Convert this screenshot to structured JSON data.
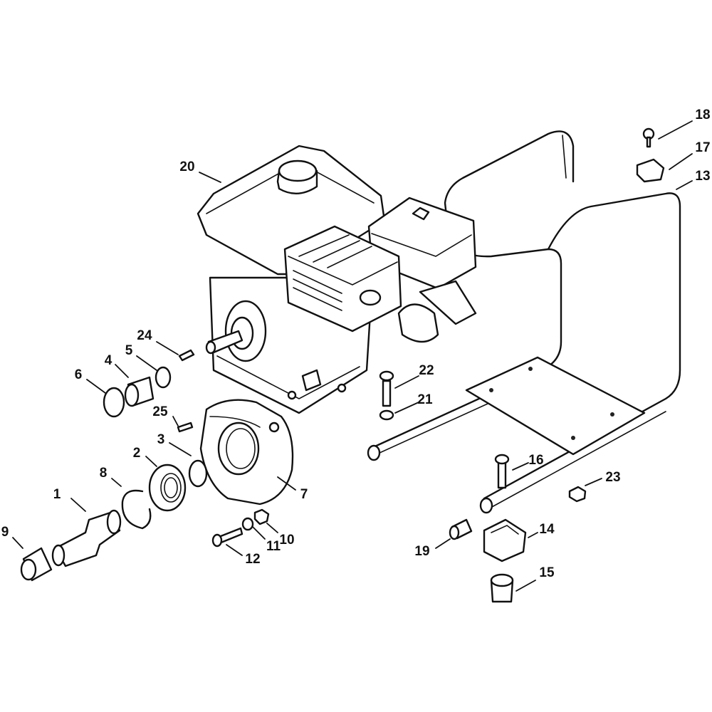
{
  "callouts": {
    "c1": "1",
    "c2": "2",
    "c3": "3",
    "c4": "4",
    "c5": "5",
    "c6": "6",
    "c7": "7",
    "c8": "8",
    "c9": "9",
    "c10": "10",
    "c11": "11",
    "c12": "12",
    "c13": "13",
    "c14": "14",
    "c15": "15",
    "c16": "16",
    "c17": "17",
    "c18": "18",
    "c19": "19",
    "c20": "20",
    "c21": "21",
    "c22": "22",
    "c23": "23",
    "c24": "24",
    "c25": "25"
  },
  "colors": {
    "line": "#111111",
    "background": "#ffffff"
  }
}
